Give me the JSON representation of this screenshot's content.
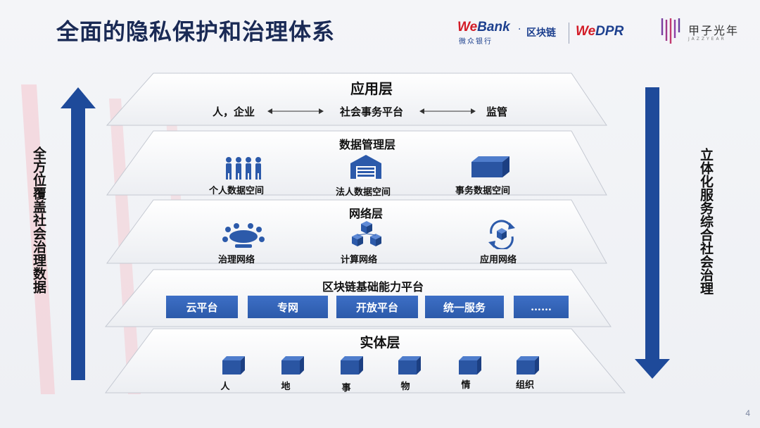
{
  "title": "全面的隐私保护和治理体系",
  "logos": {
    "webank_we": "We",
    "webank_bank": "Bank",
    "webank_cn": "微众银行",
    "dot": "·",
    "blockchain": "区块链",
    "wedpr_we": "We",
    "wedpr_dpr": "DPR",
    "jazzyear_cn": "甲子光年",
    "jazzyear_en": "JAZZYEAR"
  },
  "left_label": "全方位覆盖社会治理数据",
  "right_label": "立体化服务综合社会治理",
  "layers": {
    "application": {
      "title": "应用层",
      "left": "人，企业",
      "center": "社会事务平台",
      "right": "监管"
    },
    "data": {
      "title": "数据管理层",
      "items": [
        "个人数据空间",
        "法人数据空间",
        "事务数据空间"
      ]
    },
    "network": {
      "title": "网络层",
      "items": [
        "治理网络",
        "计算网络",
        "应用网络"
      ]
    },
    "platform": {
      "title": "区块链基础能力平台",
      "blocks": [
        "云平台",
        "专网",
        "开放平台",
        "统一服务",
        "……"
      ]
    },
    "entity": {
      "title": "实体层",
      "items": [
        "人",
        "地",
        "事",
        "物",
        "情",
        "组织"
      ]
    }
  },
  "page_number": "4",
  "colors": {
    "accent_blue": "#2c5aaa",
    "dark_blue": "#1e4a9a",
    "brand_red": "#d31c27"
  }
}
